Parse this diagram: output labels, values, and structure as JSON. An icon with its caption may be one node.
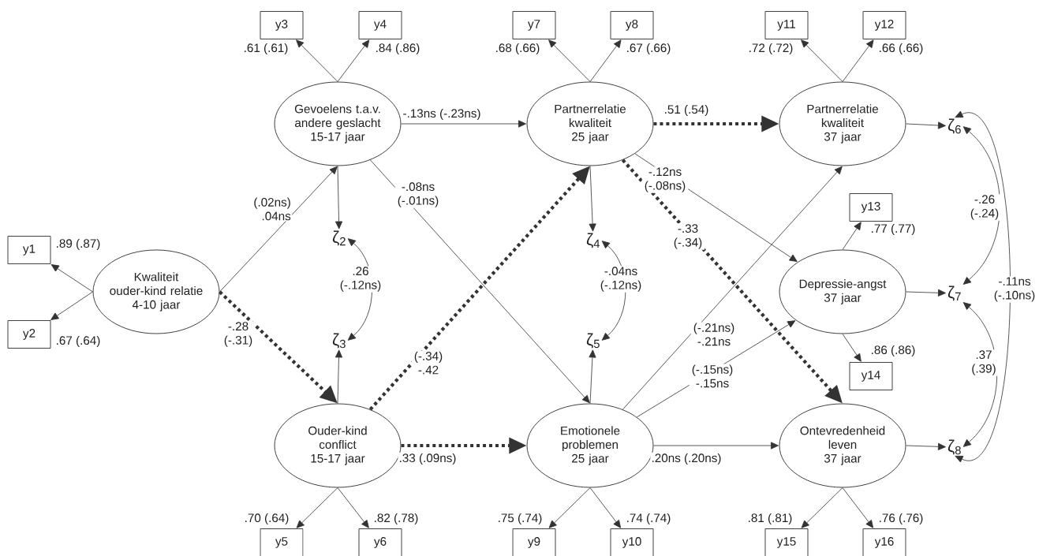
{
  "diagram": {
    "nodes": [
      {
        "text": [
          "Kwaliteit ouder-kind relatie 4-10 jaar"
        ]
      },
      {
        "text": [
          "Gevoelens t.a.v. andere geslacht 15-17 jaar"
        ]
      },
      {
        "text": [
          "Ouder-kind conflict 15-17 jaar"
        ]
      },
      {
        "text": [
          "Partnerrelatie kwaliteit 25 jaar"
        ]
      },
      {
        "text": [
          "Emotionele problemen 25 jaar"
        ]
      },
      {
        "text": [
          "Partnerrelatie kwaliteit 37 jaar"
        ]
      },
      {
        "text": [
          "Depressie-angst 37 jaar"
        ]
      },
      {
        "text": [
          "Ontevredenheid leven 37 jaar"
        ]
      },
      {
        "text": [
          "y1"
        ]
      },
      {
        "text": [
          "y2"
        ]
      },
      {
        "text": [
          "y3"
        ]
      },
      {
        "text": [
          "y4"
        ]
      },
      {
        "text": [
          "y5"
        ]
      },
      {
        "text": [
          "y6"
        ]
      },
      {
        "text": [
          "y7"
        ]
      },
      {
        "text": [
          "y8"
        ]
      },
      {
        "text": [
          "y9"
        ]
      },
      {
        "text": [
          "y10"
        ]
      },
      {
        "text": [
          "y11"
        ]
      },
      {
        "text": [
          "y12"
        ]
      },
      {
        "text": [
          "y13"
        ]
      },
      {
        "text": [
          "y14"
        ]
      },
      {
        "text": [
          "y15"
        ]
      },
      {
        "text": [
          "y16"
        ]
      },
      {
        "text": [
          "ζ$_{2}$"
        ]
      },
      {
        "text": [
          "ζ$_{3}$"
        ]
      },
      {
        "text": [
          "ζ$_{4}$"
        ]
      },
      {
        "text": [
          "ζ$_{5}$"
        ]
      },
      {
        "text": [
          "ζ$_{6}$"
        ]
      },
      {
        "text": [
          "ζ$_{7}$"
        ]
      },
      {
        "text": [
          "ζ$_{8}$"
        ]
      }
    ],
    "edges": [
      {
        "from": 0,
        "to": 8,
        "arrow": "to",
        "label": ".89 (.87)"
      },
      {
        "from": 0,
        "to": 9,
        "arrow": "to",
        "label": ".67 (.64)"
      },
      {
        "from": 1,
        "to": 10,
        "arrow": "to",
        "label": ".61 (.61)"
      },
      {
        "from": 1,
        "to": 11,
        "arrow": "to",
        "label": ".84 (.86)"
      },
      {
        "from": 2,
        "to": 12,
        "arrow": "to",
        "label": ".70 (.64)"
      },
      {
        "from": 2,
        "to": 13,
        "arrow": "to",
        "label": ".82 (.78)"
      },
      {
        "from": 3,
        "to": 14,
        "arrow": "to",
        "label": ".68 (.66)"
      },
      {
        "from": 3,
        "to": 15,
        "arrow": "to",
        "label": ".67 (.66)"
      },
      {
        "from": 4,
        "to": 16,
        "arrow": "to",
        "label": ".75 (.74)"
      },
      {
        "from": 4,
        "to": 17,
        "arrow": "to",
        "label": ".74 (.74)"
      },
      {
        "from": 5,
        "to": 18,
        "arrow": "to",
        "label": ".72 (.72)"
      },
      {
        "from": 5,
        "to": 19,
        "arrow": "to",
        "label": ".66 (.66)"
      },
      {
        "from": 6,
        "to": 20,
        "arrow": "to",
        "label": ".77 (.77)"
      },
      {
        "from": 6,
        "to": 21,
        "arrow": "to",
        "label": ".86 (.86)"
      },
      {
        "from": 7,
        "to": 22,
        "arrow": "to",
        "label": ".81 (.81)"
      },
      {
        "from": 7,
        "to": 23,
        "arrow": "to",
        "label": ".76 (.76)"
      },
      {
        "from": 1,
        "to": 24,
        "arrow": "to"
      },
      {
        "from": 2,
        "to": 25,
        "arrow": "to"
      },
      {
        "from": 3,
        "to": 26,
        "arrow": "to"
      },
      {
        "from": 4,
        "to": 27,
        "arrow": "to"
      },
      {
        "from": 5,
        "to": 28,
        "arrow": "to"
      },
      {
        "from": 6,
        "to": 29,
        "arrow": "to"
      },
      {
        "from": 7,
        "to": 30,
        "arrow": "to"
      },
      {
        "from": 0,
        "to": 1,
        "arrow": "to",
        "label": "(.02ns) .04ns"
      },
      {
        "from": 0,
        "to": 2,
        "arrow": "to",
        "label": "-.28 (-.31)",
        "style": "dashed"
      },
      {
        "from": 1,
        "to": 3,
        "arrow": "to",
        "label": "-.13ns (-.23ns)"
      },
      {
        "from": 1,
        "to": 4,
        "arrow": "to",
        "label": "-.08ns (-.01ns)"
      },
      {
        "from": 2,
        "to": 3,
        "arrow": "to",
        "label": "(-.34) -.42",
        "style": "dashed"
      },
      {
        "from": 2,
        "to": 4,
        "arrow": "to",
        "label": ".33 (.09ns)",
        "style": "dashed"
      },
      {
        "from": 3,
        "to": 5,
        "arrow": "to",
        "label": ".51 (.54)",
        "style": "dashed"
      },
      {
        "from": 3,
        "to": 6,
        "arrow": "to",
        "label": "-.12ns (-.08ns)"
      },
      {
        "from": 3,
        "to": 7,
        "arrow": "to",
        "label": "-.33 (-.34)",
        "style": "dashed"
      },
      {
        "from": 4,
        "to": 5,
        "arrow": "to",
        "label": "(-.21ns) -.21ns"
      },
      {
        "from": 4,
        "to": 6,
        "arrow": "to",
        "label": "(-.15ns) -.15ns"
      },
      {
        "from": 4,
        "to": 7,
        "arrow": "to",
        "label": ".20ns (.20ns)"
      },
      {
        "from": 24,
        "to": 25,
        "arrow": "both",
        "label": ".26 (-.12ns)"
      },
      {
        "from": 26,
        "to": 27,
        "arrow": "both",
        "label": "-.04ns (-.12ns)"
      },
      {
        "from": 28,
        "to": 29,
        "arrow": "both",
        "label": "-.26 (-.24)"
      },
      {
        "from": 28,
        "to": 30,
        "arrow": "both",
        "label": "-.11ns (-.10ns)"
      },
      {
        "from": 29,
        "to": 30,
        "arrow": "both",
        "label": ".37 (.39)"
      }
    ]
  }
}
